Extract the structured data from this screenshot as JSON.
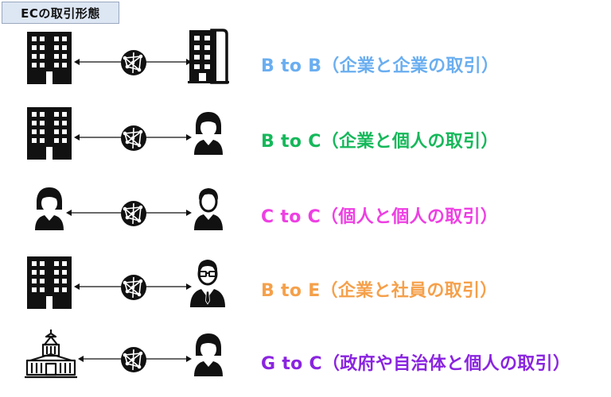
{
  "title": "ECの取引形態",
  "rows": [
    {
      "label": "B to B（企業と企業の取引）",
      "color": "#6aaef0",
      "left_icon": "office-building-icon",
      "right_icon": "tower-building-icon"
    },
    {
      "label": "B to C（企業と個人の取引）",
      "color": "#15b85a",
      "left_icon": "office-building-icon",
      "right_icon": "woman-icon"
    },
    {
      "label": "C to C（個人と個人の取引）",
      "color": "#ee3fe3",
      "left_icon": "woman-icon",
      "right_icon": "man-icon"
    },
    {
      "label": "B to E（企業と社員の取引）",
      "color": "#f5a04a",
      "left_icon": "office-building-icon",
      "right_icon": "businessman-with-glasses-icon"
    },
    {
      "label": "G to C（政府や自治体と個人の取引）",
      "color": "#8a24e0",
      "left_icon": "government-building-icon",
      "right_icon": "woman-icon"
    }
  ]
}
